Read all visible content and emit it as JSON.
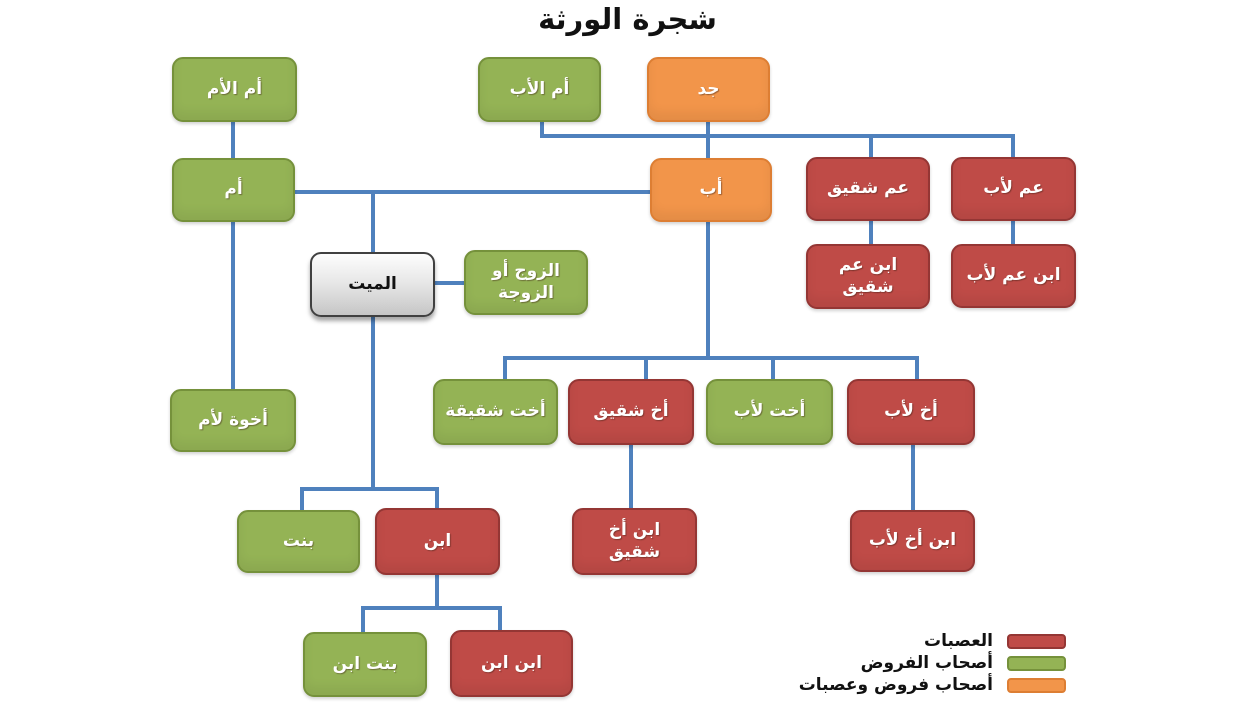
{
  "title": "شجرة الورثة",
  "colors": {
    "agnates_red": "#BF4B47",
    "red_border": "#943634",
    "sharers_green": "#94B355",
    "green_border": "#75913B",
    "dual_orange": "#F2954A",
    "orange_border": "#DD7E33",
    "connector_blue": "#4F81BD",
    "deceased_border_gray": "#404040"
  },
  "nodes": {
    "umm_al_umm": {
      "label": "أم الأم",
      "category": "sharer"
    },
    "umm_al_ab": {
      "label": "أم الأب",
      "category": "sharer"
    },
    "jadd": {
      "label": "جد",
      "category": "sharer-and-agnate"
    },
    "umm": {
      "label": "أم",
      "category": "sharer"
    },
    "ab": {
      "label": "أب",
      "category": "sharer-and-agnate"
    },
    "amm_shaqiq": {
      "label": "عم شقيق",
      "category": "agnate"
    },
    "amm_liab": {
      "label": "عم لأب",
      "category": "agnate"
    },
    "mayyit": {
      "label": "الميت",
      "category": "deceased"
    },
    "zawj_aw_zawja": {
      "label": "الزوج أو الزوجة",
      "category": "sharer"
    },
    "ibn_amm_shaqiq": {
      "label": "ابن عم شقيق",
      "category": "agnate"
    },
    "ibn_amm_liab": {
      "label": "ابن عم لأب",
      "category": "agnate"
    },
    "ikhwa_lium": {
      "label": "أخوة لأم",
      "category": "sharer"
    },
    "ukht_shaqiqa": {
      "label": "أخت شقيقة",
      "category": "sharer"
    },
    "akh_shaqiq": {
      "label": "أخ شقيق",
      "category": "agnate"
    },
    "ukht_liab": {
      "label": "أخت لأب",
      "category": "sharer"
    },
    "akh_liab": {
      "label": "أخ لأب",
      "category": "agnate"
    },
    "bint": {
      "label": "بنت",
      "category": "sharer"
    },
    "ibn": {
      "label": "ابن",
      "category": "agnate"
    },
    "ibn_akh_shaqiq": {
      "label": "ابن أخ شقيق",
      "category": "agnate"
    },
    "ibn_akh_liab": {
      "label": "ابن أخ لأب",
      "category": "agnate"
    },
    "bint_ibn": {
      "label": "بنت ابن",
      "category": "sharer"
    },
    "ibn_ibn": {
      "label": "ابن ابن",
      "category": "agnate"
    }
  },
  "legend": {
    "items": [
      {
        "label": "العصبات",
        "color": "#BF4B47"
      },
      {
        "label": "أصحاب الفروض",
        "color": "#94B355"
      },
      {
        "label": "أصحاب فروض وعصبات",
        "color": "#F2954A"
      }
    ]
  }
}
